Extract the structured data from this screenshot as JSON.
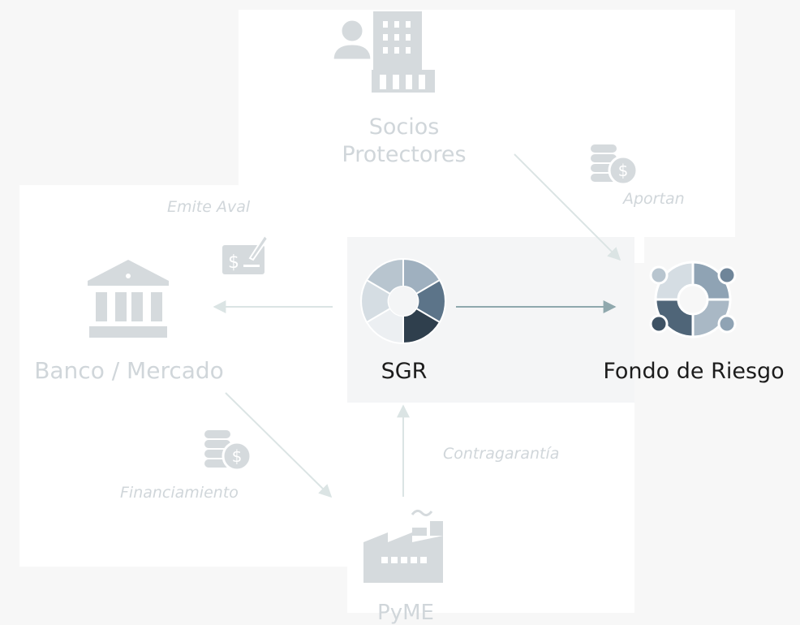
{
  "nodes": {
    "socios": {
      "label_line1": "Socios",
      "label_line2": "Protectores",
      "icon": "partner-building-icon"
    },
    "banco": {
      "label": "Banco / Mercado",
      "icon": "bank-icon"
    },
    "sgr": {
      "label": "SGR",
      "icon": "sgr-ring-icon"
    },
    "fondo": {
      "label": "Fondo de Riesgo",
      "icon": "risk-fund-icon"
    },
    "pyme": {
      "label": "PyME",
      "icon": "factory-icon"
    }
  },
  "edges": {
    "emite_aval": {
      "label": "Emite Aval",
      "icon": "check-signature-icon"
    },
    "aportan": {
      "label": "Aportan",
      "icon": "coins-dollar-icon"
    },
    "financiamiento": {
      "label": "Financiamiento",
      "icon": "coins-dollar-icon"
    },
    "contragarantia": {
      "label": "Contragarantía"
    }
  },
  "colors": {
    "faded": "#d0d6da",
    "faded_arrow": "#dbe4e4",
    "active_arrow": "#8fa8ad",
    "dark_text": "#1c1c1c",
    "sgr_dark": "#2f3f4d",
    "sgr_mid": "#5c7489",
    "sgr_light": "#9fb0bf",
    "sgr_pale": "#d5dde3"
  }
}
